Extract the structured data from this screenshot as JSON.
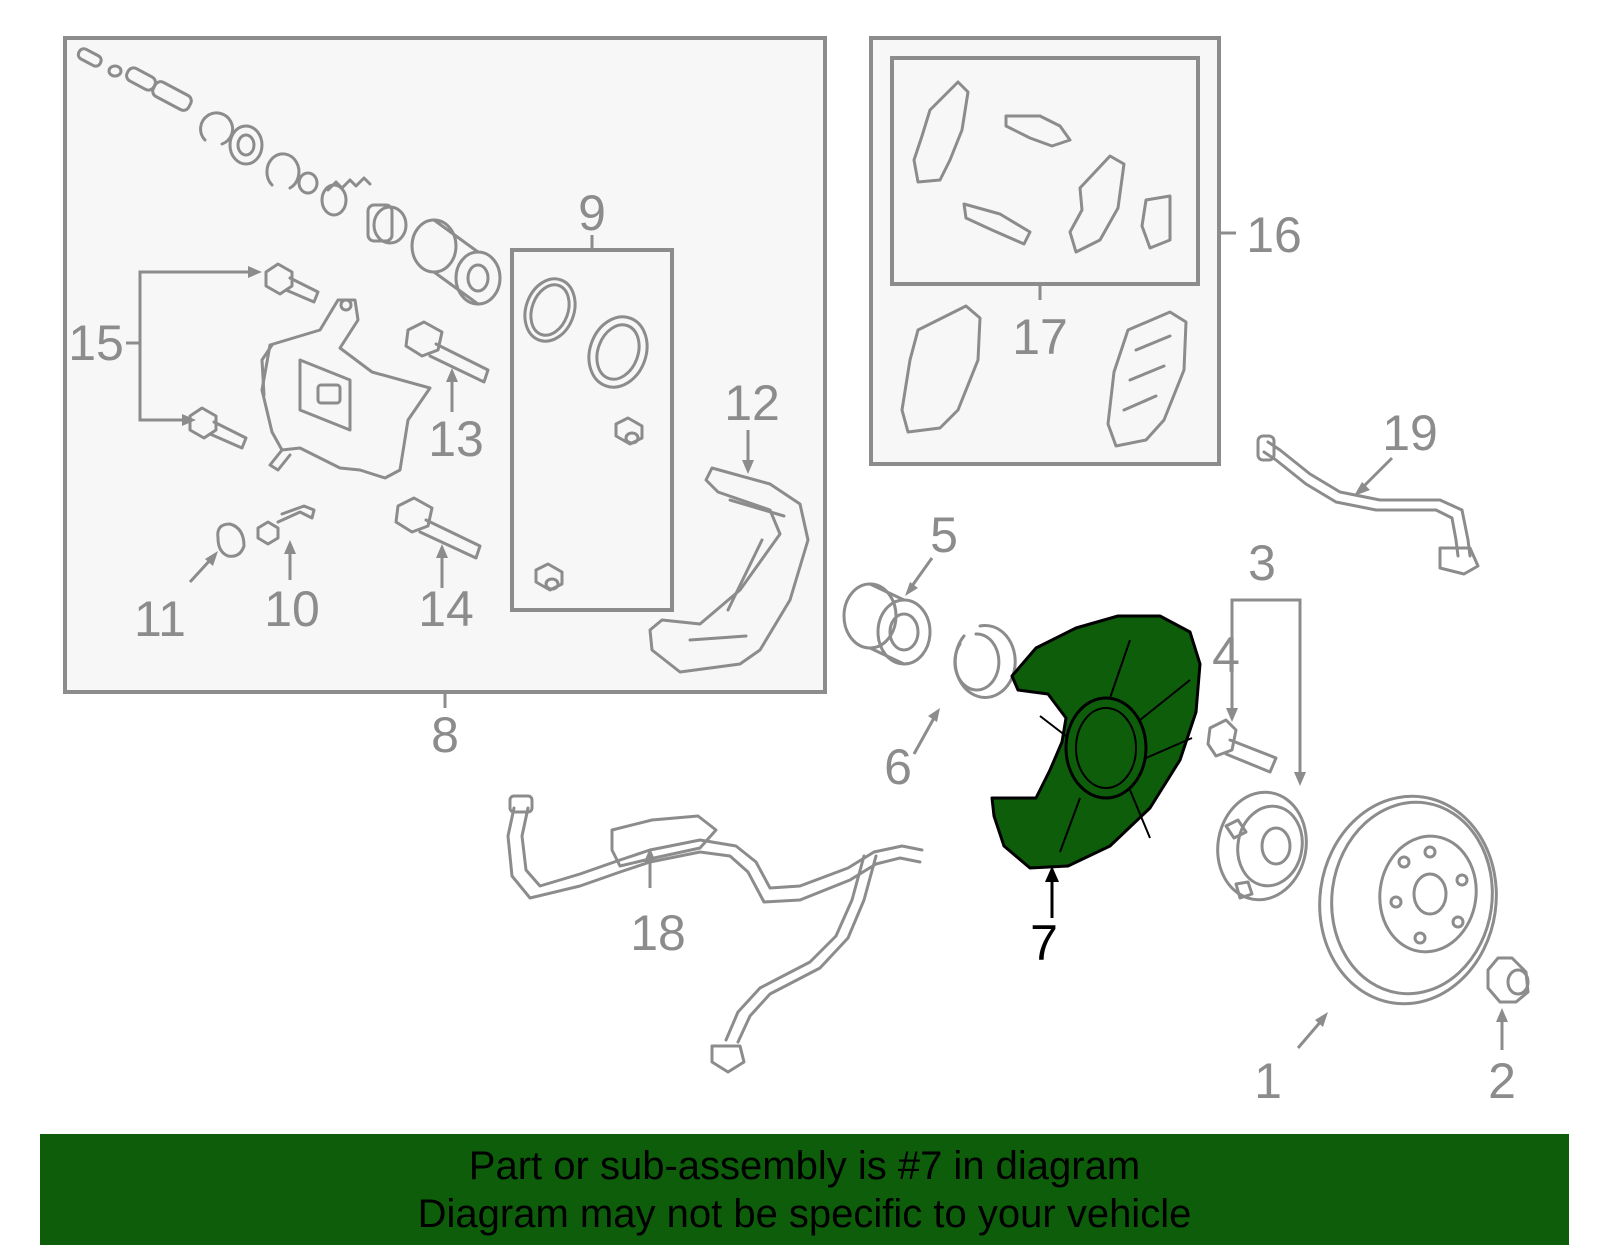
{
  "diagram": {
    "labels": {
      "p1": "1",
      "p2": "2",
      "p3": "3",
      "p4": "4",
      "p5": "5",
      "p6": "6",
      "p7": "7",
      "p8": "8",
      "p9": "9",
      "p10": "10",
      "p11": "11",
      "p12": "12",
      "p13": "13",
      "p14": "14",
      "p15": "15",
      "p16": "16",
      "p17": "17",
      "p18": "18",
      "p19": "19"
    },
    "selected_part": "7",
    "colors": {
      "highlight": "#0d5d0a",
      "line": "#8c8c8c",
      "box_fill": "#f7f7f7"
    }
  },
  "banner": {
    "line1": "Part or sub-assembly is #7 in diagram",
    "line2": "Diagram may not be specific to your vehicle"
  }
}
